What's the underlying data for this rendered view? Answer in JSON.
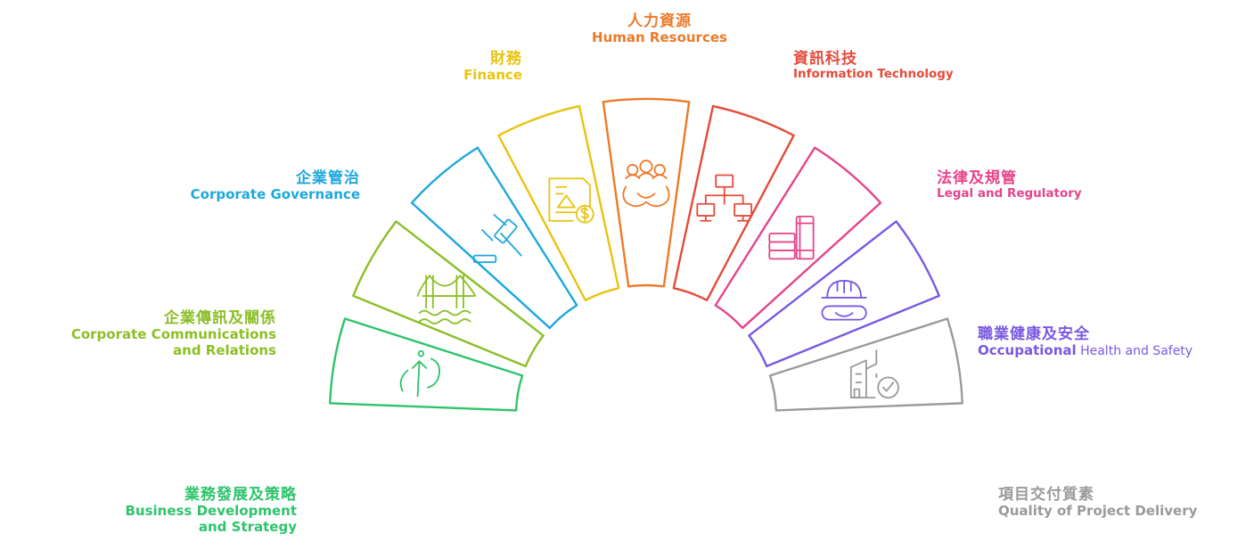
{
  "colors": {
    "business": "#2ec46b",
    "communications": "#8cbf26",
    "governance": "#1ea8dc",
    "finance": "#e8c40e",
    "hr": "#ec7a2a",
    "it": "#e44b3a",
    "legal": "#e5448a",
    "safety": "#7a58e2",
    "quality": "#9a9a9a"
  },
  "segments": [
    {
      "key": "business",
      "zh": "業務發展及策略",
      "en": "Business Development",
      "en2": "and Strategy",
      "icon": "growth-arrow-icon"
    },
    {
      "key": "communications",
      "zh": "企業傳訊及關係",
      "en": "Corporate Communications",
      "en2": "and Relations",
      "icon": "bridge-icon"
    },
    {
      "key": "governance",
      "zh": "企業管治",
      "en": "Corporate Governance",
      "en2": "",
      "icon": "gavel-icon"
    },
    {
      "key": "finance",
      "zh": "財務",
      "en": "Finance",
      "en2": "",
      "icon": "finance-document-icon"
    },
    {
      "key": "hr",
      "zh": "人力資源",
      "en": "Human Resources",
      "en2": "",
      "icon": "people-gear-icon"
    },
    {
      "key": "it",
      "zh": "資訊科技",
      "en": "Information Technology",
      "en2": "",
      "icon": "network-computers-icon"
    },
    {
      "key": "legal",
      "zh": "法律及規管",
      "en": "Legal and Regulatory",
      "en2": "",
      "icon": "law-books-icon"
    },
    {
      "key": "safety",
      "zh": "職業健康及安全",
      "en_a": "Occupational",
      "en_b": " Health and Safety",
      "en2": "",
      "icon": "hardhat-goggles-icon"
    },
    {
      "key": "quality",
      "zh": "項目交付質素",
      "en": "Quality of Project Delivery",
      "en2": "",
      "icon": "building-check-icon"
    }
  ]
}
